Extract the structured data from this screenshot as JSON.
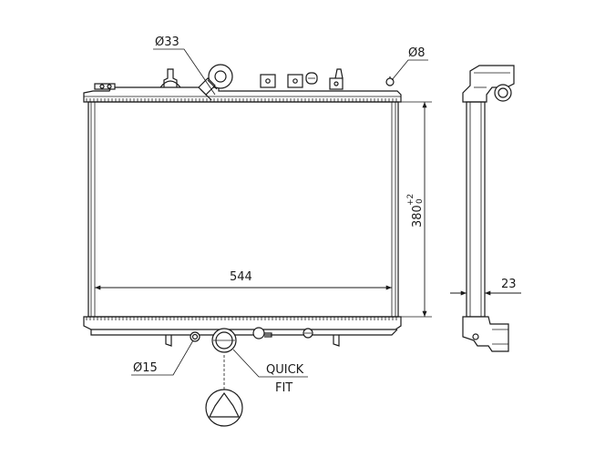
{
  "labels": {
    "diameter_33": "Ø33",
    "diameter_8": "Ø8",
    "diameter_15": "Ø15",
    "width": "544",
    "height_base": "380",
    "height_tol_plus": "+2",
    "height_tol_zero": "0",
    "depth": "23",
    "quick_fit_line1": "QUICK",
    "quick_fit_line2": "FIT"
  }
}
